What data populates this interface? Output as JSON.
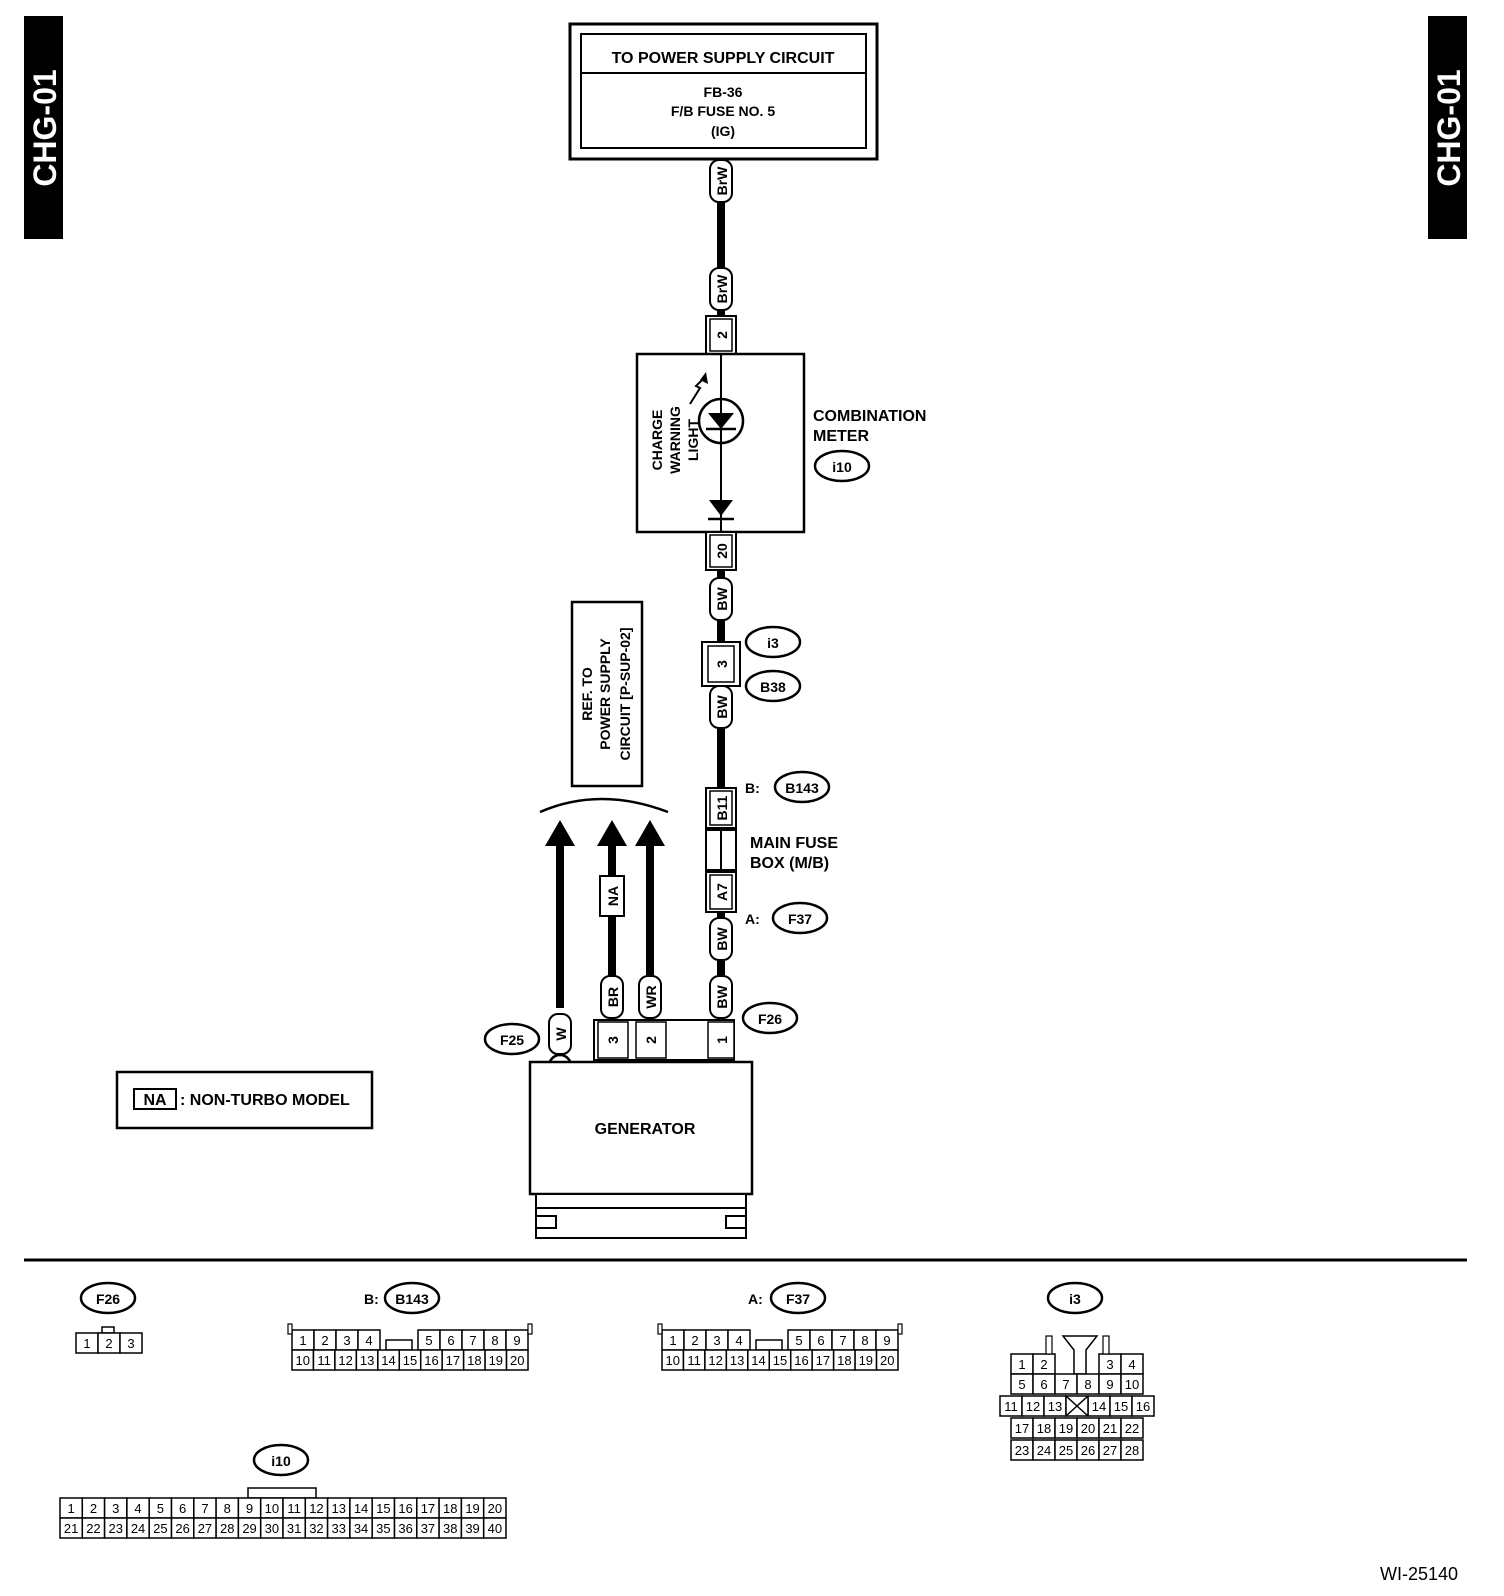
{
  "section_tab": "CHG-01",
  "power_box": {
    "title": "TO POWER SUPPLY CIRCUIT",
    "line1": "FB-36",
    "line2": "F/B FUSE NO. 5",
    "line3": "(IG)"
  },
  "wire_colors": {
    "brw": "BrW",
    "bw": "BW",
    "br": "BR",
    "wr": "WR",
    "w": "W",
    "na": "NA"
  },
  "combination_meter": {
    "lamp_label_1": "CHARGE",
    "lamp_label_2": "WARNING",
    "lamp_label_3": "LIGHT",
    "title_1": "COMBINATION",
    "title_2": "METER",
    "pin_in": "2",
    "pin_out": "20"
  },
  "connectors": {
    "i10": "i10",
    "i3": "i3",
    "b38": "B38",
    "b143": "B143",
    "f37": "F37",
    "f26": "F26",
    "f25": "F25",
    "b_prefix": "B:",
    "a_prefix": "A:"
  },
  "pins": {
    "i3_b38": "3",
    "b11": "B11",
    "a7": "A7",
    "f26_1": "1",
    "f26_2": "2",
    "f26_3": "3"
  },
  "main_fuse_box": {
    "line1": "MAIN FUSE",
    "line2": "BOX (M/B)"
  },
  "ref_box": {
    "line1": "REF. TO",
    "line2": "POWER SUPPLY",
    "line3": "CIRCUIT [P-SUP-02]"
  },
  "generator_label": "GENERATOR",
  "legend": {
    "code": "NA",
    "text": ": NON-TURBO MODEL"
  },
  "connector_views": {
    "f26": {
      "title": "F26",
      "pins": [
        "1",
        "2",
        "3"
      ]
    },
    "b143": {
      "prefix": "B:",
      "title": "B143",
      "row1": [
        "1",
        "2",
        "3",
        "4",
        "",
        "5",
        "6",
        "7",
        "8",
        "9"
      ],
      "row2": [
        "10",
        "11",
        "12",
        "13",
        "14",
        "15",
        "16",
        "17",
        "18",
        "19",
        "20"
      ]
    },
    "f37": {
      "prefix": "A:",
      "title": "F37",
      "row1": [
        "1",
        "2",
        "3",
        "4",
        "",
        "5",
        "6",
        "7",
        "8",
        "9"
      ],
      "row2": [
        "10",
        "11",
        "12",
        "13",
        "14",
        "15",
        "16",
        "17",
        "18",
        "19",
        "20"
      ]
    },
    "i3": {
      "title": "i3",
      "row1": [
        "1",
        "2",
        "3",
        "4"
      ],
      "row2": [
        "5",
        "6",
        "7",
        "8",
        "9",
        "10"
      ],
      "row3": [
        "11",
        "12",
        "13",
        "14",
        "15",
        "16"
      ],
      "row4": [
        "17",
        "18",
        "19",
        "20",
        "21",
        "22"
      ],
      "row5": [
        "23",
        "24",
        "25",
        "26",
        "27",
        "28"
      ]
    },
    "i10": {
      "title": "i10",
      "row1": [
        "1",
        "2",
        "3",
        "4",
        "5",
        "6",
        "7",
        "8",
        "9",
        "10",
        "11",
        "12",
        "13",
        "14",
        "15",
        "16",
        "17",
        "18",
        "19",
        "20"
      ],
      "row2": [
        "21",
        "22",
        "23",
        "24",
        "25",
        "26",
        "27",
        "28",
        "29",
        "30",
        "31",
        "32",
        "33",
        "34",
        "35",
        "36",
        "37",
        "38",
        "39",
        "40"
      ]
    }
  },
  "figure_id": "WI-25140"
}
